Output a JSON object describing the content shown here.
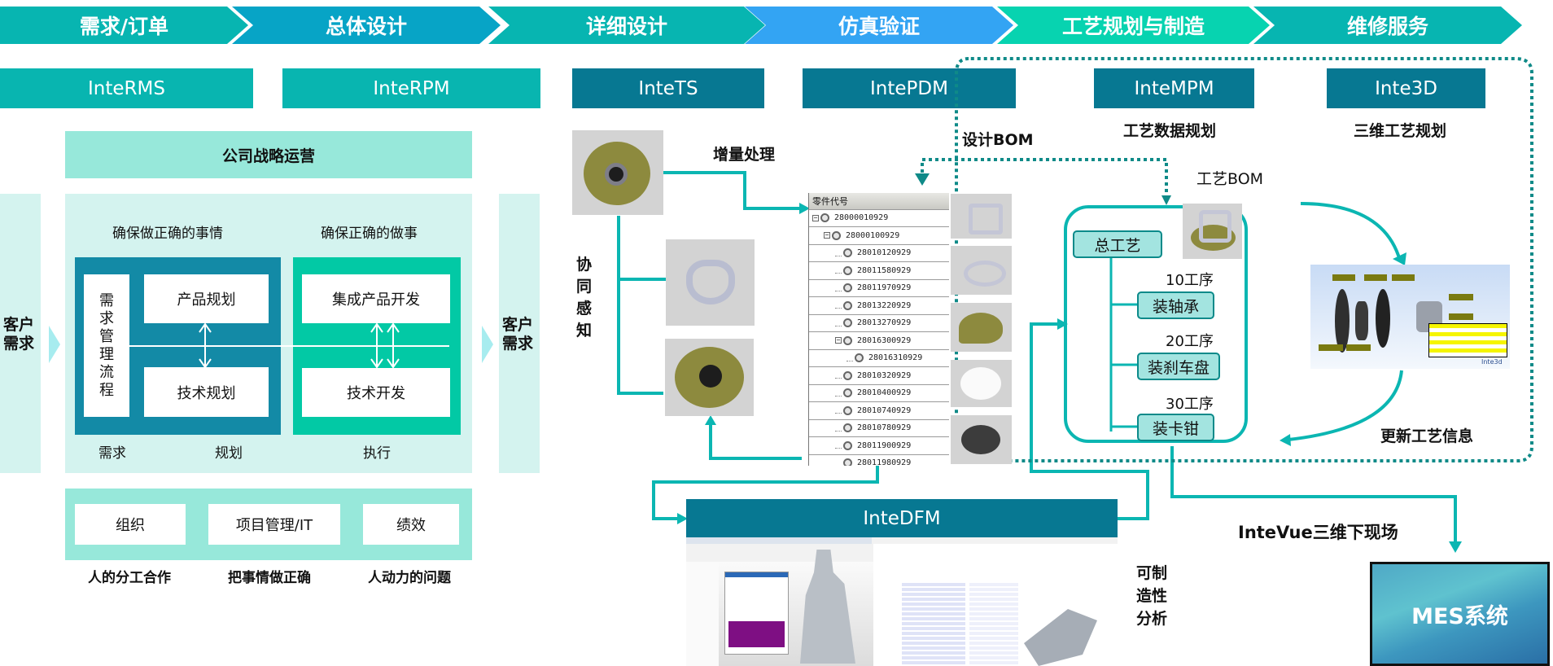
{
  "stages": [
    {
      "label": "需求/订单",
      "color": "#07b5b1"
    },
    {
      "label": "总体设计",
      "color": "#07a4c6"
    },
    {
      "label": "详细设计",
      "color": "#07b5b1"
    },
    {
      "label": "仿真验证",
      "color": "#33a4f3"
    },
    {
      "label": "工艺规划与制造",
      "color": "#07d3b0"
    },
    {
      "label": "维修服务",
      "color": "#07b5b1"
    }
  ],
  "products": {
    "rms": "InteRMS",
    "rpm": "InteRPM",
    "ts": "InteTS",
    "pdm": "IntePDM",
    "mpm": "InteMPM",
    "threed": "Inte3D",
    "dfm": "InteDFM"
  },
  "strategy": {
    "title": "公司战略运营",
    "customer_left": "客户需求",
    "customer_right": "客户需求",
    "do_right_things": "确保做正确的事情",
    "do_things_right": "确保正确的做事",
    "process_vertical": [
      "需",
      "求",
      "管",
      "理",
      "流",
      "程"
    ],
    "product_planning": "产品规划",
    "tech_planning": "技术规划",
    "ipd": "集成产品开发",
    "tech_dev": "技术开发",
    "footer_labels": [
      "需求",
      "规划",
      "执行"
    ],
    "bottom_boxes": [
      "组织",
      "项目管理/IT",
      "绩效"
    ],
    "bottom_captions": [
      "人的分工合作",
      "把事情做正确",
      "人动力的问题"
    ]
  },
  "design": {
    "incremental": "增量处理",
    "collab": [
      "协",
      "同",
      "感",
      "知"
    ],
    "design_bom": "设计BOM",
    "bom_header": "零件代号",
    "bom_rows": [
      {
        "level": 0,
        "code": "28000010929",
        "expand": true
      },
      {
        "level": 1,
        "code": "28000100929",
        "expand": true
      },
      {
        "level": 2,
        "code": "28010120929"
      },
      {
        "level": 2,
        "code": "28011580929"
      },
      {
        "level": 2,
        "code": "28011970929"
      },
      {
        "level": 2,
        "code": "28013220929"
      },
      {
        "level": 2,
        "code": "28013270929"
      },
      {
        "level": 2,
        "code": "28016300929",
        "expand": true
      },
      {
        "level": 3,
        "code": "28016310929"
      },
      {
        "level": 2,
        "code": "28010320929"
      },
      {
        "level": 2,
        "code": "28010400929"
      },
      {
        "level": 2,
        "code": "28010740929"
      },
      {
        "level": 2,
        "code": "28010780929"
      },
      {
        "level": 2,
        "code": "28011900929"
      },
      {
        "level": 2,
        "code": "28011980929"
      }
    ],
    "dfm_caption": [
      "可制",
      "造性",
      "分析"
    ]
  },
  "manufacturing": {
    "mpm_caption": "工艺数据规划",
    "threed_caption": "三维工艺规划",
    "process_bom": "工艺BOM",
    "root": "总工艺",
    "steps": [
      {
        "seq": "10工序",
        "name": "装轴承"
      },
      {
        "seq": "20工序",
        "name": "装刹车盘"
      },
      {
        "seq": "30工序",
        "name": "装卡钳"
      }
    ],
    "update_info": "更新工艺信息",
    "intevue": "InteVue三维下现场",
    "mes": "MES系统",
    "inte3d_logo": "Inte3d"
  }
}
